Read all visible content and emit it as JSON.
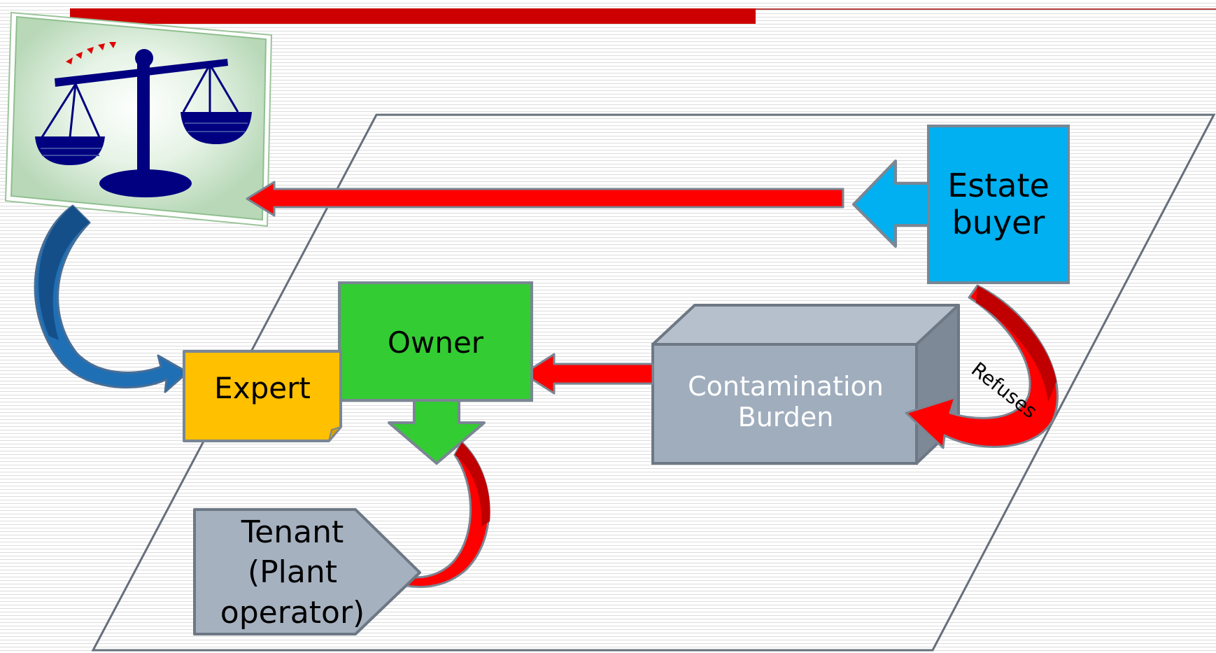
{
  "nodes": {
    "estate_buyer": "Estate buyer",
    "owner": "Owner",
    "expert": "Expert",
    "contamination_burden": "Contamination Burden",
    "tenant": "Tenant (Plant operator)"
  },
  "edges": {
    "refuses": "Refuses"
  },
  "icons": {
    "court": "scales-of-justice-icon"
  },
  "colors": {
    "header_bar": "#cc0000",
    "arrow_red": "#ff0000",
    "arrow_dark_red": "#c00000",
    "arrow_blue": "#1f6fb5",
    "estate_buyer_fill": "#00b0f0",
    "owner_fill": "#33cc33",
    "expert_fill": "#ffc000",
    "contamination_fill": "#9fadbd",
    "tenant_fill": "#a6b1c0",
    "scales_navy": "#000080",
    "court_card_bg": "#c9e3c9"
  }
}
